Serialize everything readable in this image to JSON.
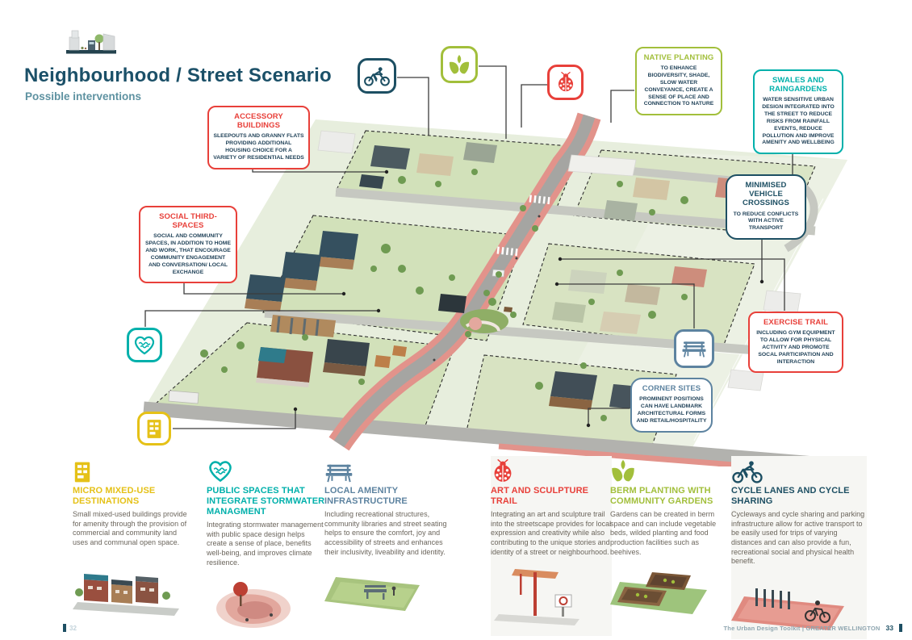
{
  "page": {
    "title": "Neighbourhood / Street Scenario",
    "subtitle": "Possible interventions"
  },
  "colors": {
    "red": "#e8403a",
    "green": "#a2bf3b",
    "teal": "#00b0ab",
    "navy": "#1d4f63",
    "steel": "#5d83a0",
    "yellow": "#e5c117",
    "body-text": "#6b655c",
    "title": "#1b5068",
    "subtitle": "#5e92a1"
  },
  "callouts": [
    {
      "title": "ACCESSORY BUILDINGS",
      "color": "red",
      "body": "SLEEPOUTS AND GRANNY FLATS PROVIDING ADDITIONAL HOUSING CHOICE FOR A VARIETY OF RESIDENTIAL NEEDS"
    },
    {
      "title": "NATIVE PLANTING",
      "color": "green",
      "body": "TO ENHANCE BIODIVERSITY, SHADE, SLOW WATER CONVEYANCE, CREATE A SENSE OF PLACE AND CONNECTION TO NATURE"
    },
    {
      "title": "SWALES AND RAINGARDENS",
      "color": "teal",
      "body": "WATER SENSITIVE URBAN DESIGN INTEGRATED INTO THE STREET TO REDUCE RISKS FROM RAINFALL EVENTS, REDUCE POLLUTION AND IMPROVE AMENITY AND WELLBEING"
    },
    {
      "title": "MINIMISED VEHICLE CROSSINGS",
      "color": "navy",
      "body": "TO REDUCE CONFLICTS WITH ACTIVE TRANSPORT"
    },
    {
      "title": "SOCIAL THIRD-SPACES",
      "color": "red",
      "body": "SOCIAL AND COMMUNITY SPACES, IN ADDITION TO HOME AND WORK, THAT ENCOURAGE COMMUNITY ENGAGEMENT AND CONVERSATION/ LOCAL EXCHANGE"
    },
    {
      "title": "EXERCISE TRAIL",
      "color": "red",
      "body": "INCLUDING GYM EQUIPMENT TO ALLOW FOR PHYSICAL ACTIVITY AND PROMOTE SOCAL PARTICIPATION AND INTERACTION"
    },
    {
      "title": "CORNER SITES",
      "color": "steel",
      "body": "PROMINENT POSITIONS CAN HAVE LANDMARK ARCHITECTURAL FORMS AND RETAIL/HOSPITALITY"
    }
  ],
  "legend": [
    {
      "icon": "building-icon",
      "color": "yellow",
      "title": "MICRO MIXED-USE DESTINATIONS",
      "body": "Small mixed-used buildings provide for amenity through the provision of commercial and community land uses and communal open space."
    },
    {
      "icon": "heart-waves-icon",
      "color": "teal",
      "title": "PUBLIC SPACES THAT INTEGRATE STORMWATER MANAGMENT",
      "body": "Integrating stormwater management with public space design helps create a sense of place, benefits well-being, and improves climate resilience."
    },
    {
      "icon": "bench-icon",
      "color": "steel",
      "title": "LOCAL AMENITY INFRASTRUCTURE",
      "body": "Including recreational structures, community libraries and street seating helps to ensure the comfort, joy and accessibility of streets and enhances their inclusivity, liveability and identity."
    },
    {
      "icon": "ladybug-icon",
      "color": "red",
      "title": "ART AND SCULPTURE TRAIL",
      "body": "Integrating an art and sculpture trail into the streetscape provides for local expression and creativity while also contributing to the unique stories and identity of a street or neighbourhood."
    },
    {
      "icon": "plant-icon",
      "color": "green",
      "title": "BERM PLANTING WITH COMMUNITY GARDENS",
      "body": "Gardens can be created in berm space and can include vegetable beds, wilded planting and food production facilities such as beehives."
    },
    {
      "icon": "cyclist-icon",
      "color": "navy",
      "title": "CYCLE LANES AND CYCLE SHARING",
      "body": "Cycleways and cycle sharing and parking infrastructure allow for active transport to be easily used for trips of varying distances and can also provide a fun, recreational social and physical health benefit."
    }
  ],
  "footer": {
    "left_page": "32",
    "right_text": "The Urban Design Toolkit | GREATER WELLINGTON",
    "right_page": "33"
  }
}
